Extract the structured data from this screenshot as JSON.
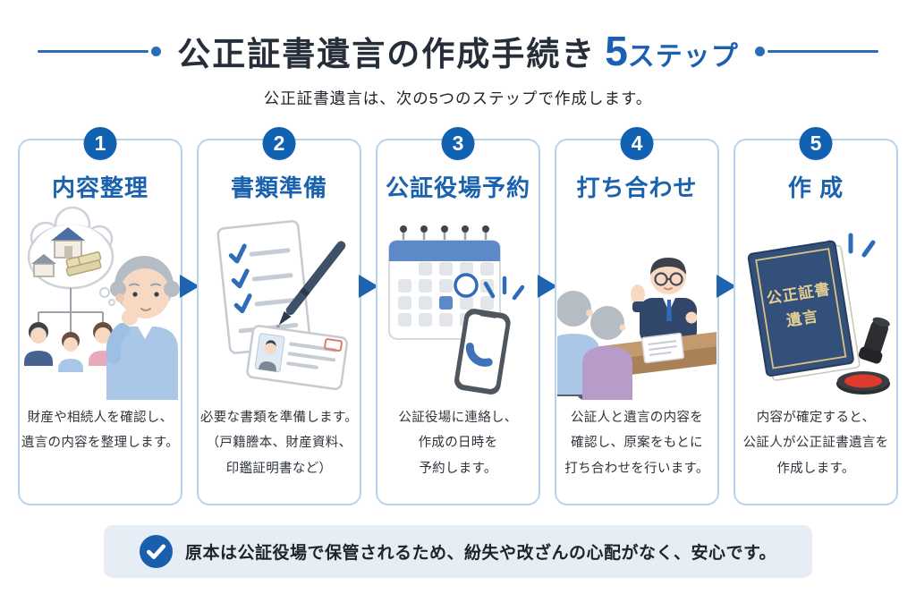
{
  "header": {
    "title_main": "公正証書遺言の作成手続き",
    "title_count": "5",
    "title_count_suffix": "ステップ",
    "subtitle": "公正証書遺言は、次の5つのステップで作成します。"
  },
  "steps": [
    {
      "number": "1",
      "title": "内容整理",
      "description": "財産や相続人を確認し、\n遺言の内容を整理します。",
      "illustration": "elderly-man-thinking-of-assets-and-heirs"
    },
    {
      "number": "2",
      "title": "書類準備",
      "description": "必要な書類を準備します。\n（戸籍謄本、財産資料、\n印鑑証明書など）",
      "illustration": "checklist-pen-and-id-card"
    },
    {
      "number": "3",
      "title": "公証役場予約",
      "description": "公証役場に連絡し、\n作成の日時を\n予約します。",
      "illustration": "calendar-and-phone"
    },
    {
      "number": "4",
      "title": "打ち合わせ",
      "description": "公証人と遺言の内容を\n確認し、原案をもとに\n打ち合わせを行います。",
      "illustration": "meeting-with-notary"
    },
    {
      "number": "5",
      "title": "作 成",
      "description": "内容が確定すると、\n公証人が公正証書遺言を\n作成します。",
      "illustration": "notarized-will-book-and-seal",
      "book_label_top": "公正証書",
      "book_label_bottom": "遺言"
    }
  ],
  "footer": {
    "note": "原本は公証役場で保管されるため、紛失や改ざんの心配がなく、安心です。"
  },
  "colors": {
    "accent_blue": "#1b62b2",
    "title_navy": "#262e39",
    "card_border": "#b9d3ee",
    "banner_bg": "#e7edf5",
    "book_navy": "#33507a",
    "gold": "#e0c98e",
    "seal_red": "#df3b2c"
  },
  "icons": {
    "step_arrow": "right-arrow-icon",
    "note_check": "check-circle-icon"
  }
}
